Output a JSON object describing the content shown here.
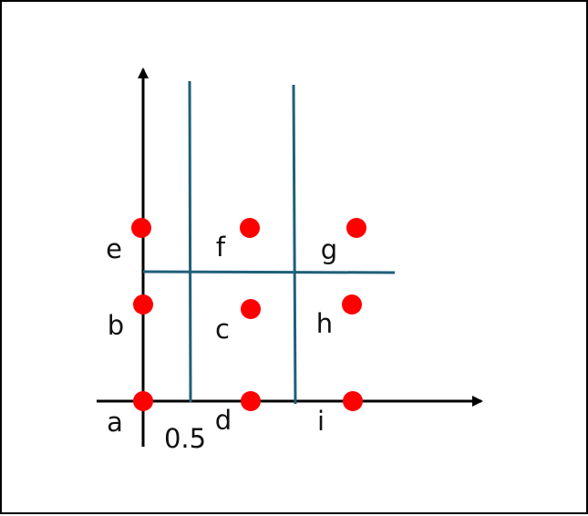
{
  "colors": {
    "axis": "#000000",
    "grid_line": "#1f5f7a",
    "point": "#ff0000",
    "text": "#111111",
    "frame": "#000000"
  },
  "icons": {
    "x_axis_arrow": "arrow-right-icon",
    "y_axis_arrow": "arrow-up-icon"
  },
  "tick_label": "0.5",
  "points": [
    {
      "id": "a",
      "label": "a"
    },
    {
      "id": "b",
      "label": "b"
    },
    {
      "id": "c",
      "label": "c"
    },
    {
      "id": "d",
      "label": "d"
    },
    {
      "id": "e",
      "label": "e"
    },
    {
      "id": "f",
      "label": "f"
    },
    {
      "id": "g",
      "label": "g"
    },
    {
      "id": "h",
      "label": "h"
    },
    {
      "id": "i",
      "label": "i"
    }
  ]
}
